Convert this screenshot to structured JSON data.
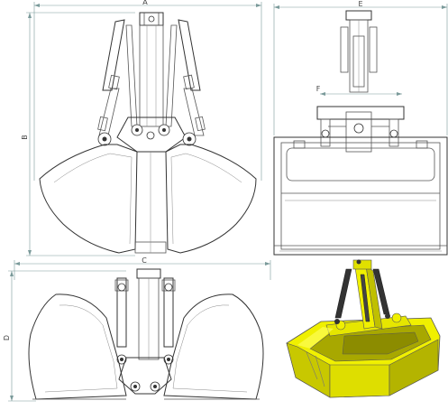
{
  "labels": {
    "dim_a": "A",
    "dim_b": "B",
    "dim_c": "C",
    "dim_d": "D",
    "dim_e": "E",
    "dim_f": "F"
  },
  "colors": {
    "line": "#555555",
    "dimension": "#7a9a9a",
    "model_yellow": "#f0f000",
    "model_shadow": "#a8a800",
    "model_dark": "#333333"
  }
}
